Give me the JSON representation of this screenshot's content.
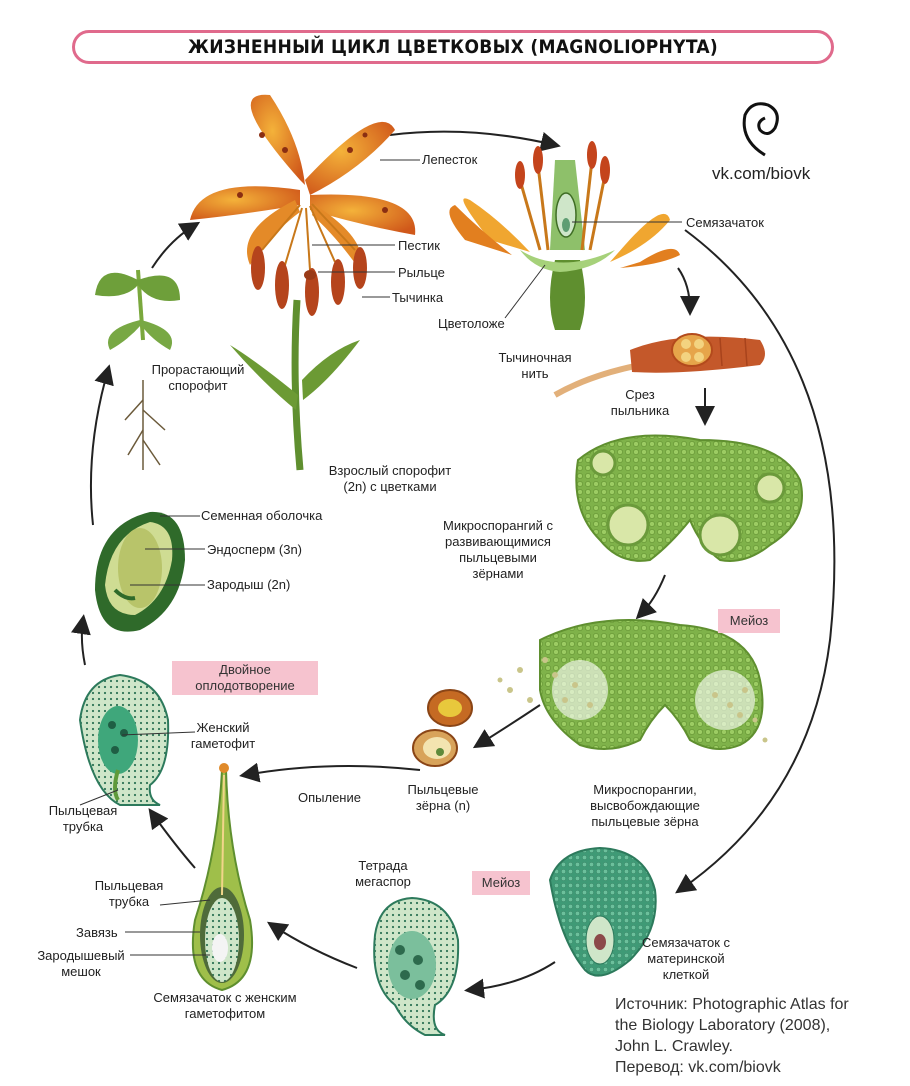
{
  "title": "ЖИЗНЕННЫЙ ЦИКЛ ЦВЕТКОВЫХ (MAGNOLIOPHYTA)",
  "watermark": "vk.com/biovk",
  "labels": {
    "petal": "Лепесток",
    "pistil": "Пестик",
    "stigma": "Рыльце",
    "stamen": "Тычинка",
    "receptacle": "Цветоложе",
    "ovule": "Семязачаток",
    "filament": "Тычиночная\nнить",
    "anther_section": "Срез\nпыльника",
    "adult_sporophyte": "Взрослый спорофит\n(2n) с цветками",
    "germinating_sporophyte": "Прорастающий\nспорофит",
    "seed_coat": "Семенная оболочка",
    "endosperm": "Эндосперм (3n)",
    "embryo": "Зародыш (2n)",
    "microsporangium": "Микроспорангий с\nразвивающимися\nпыльцевыми\nзёрнами",
    "microsporangia_release": "Микроспорангии,\nвысвобождающие\nпыльцевые зёрна",
    "pollen_grains": "Пыльцевые\nзёрна (n)",
    "pollination": "Опыление",
    "female_gametophyte": "Женский\nгаметофит",
    "pollen_tube_1": "Пыльцевая\nтрубка",
    "pollen_tube_2": "Пыльцевая\nтрубка",
    "ovary": "Завязь",
    "embryo_sac": "Зародышевый\nмешок",
    "ovule_female_gametophyte": "Семязачаток с женским\nгаметофитом",
    "megaspore_tetrad": "Тетрада\nмегаспор",
    "ovule_mother_cell": "Семязачаток с\nматеринской\nклеткой"
  },
  "badges": {
    "double_fertilization": "Двойное\nоплодотворение",
    "meiosis_1": "Мейоз",
    "meiosis_2": "Мейоз"
  },
  "source": "Источник: Photographic Atlas for\nthe Biology Laboratory (2008),\nJohn L. Crawley.\nПеревод: vk.com/biovk",
  "colors": {
    "title_border": "#e06a8c",
    "badge": "#f6c3cf",
    "petal": "#e07a1a",
    "stem": "#5f8f2f",
    "tissue": "#7fb24a",
    "ovule_tissue": "#4aa582"
  }
}
